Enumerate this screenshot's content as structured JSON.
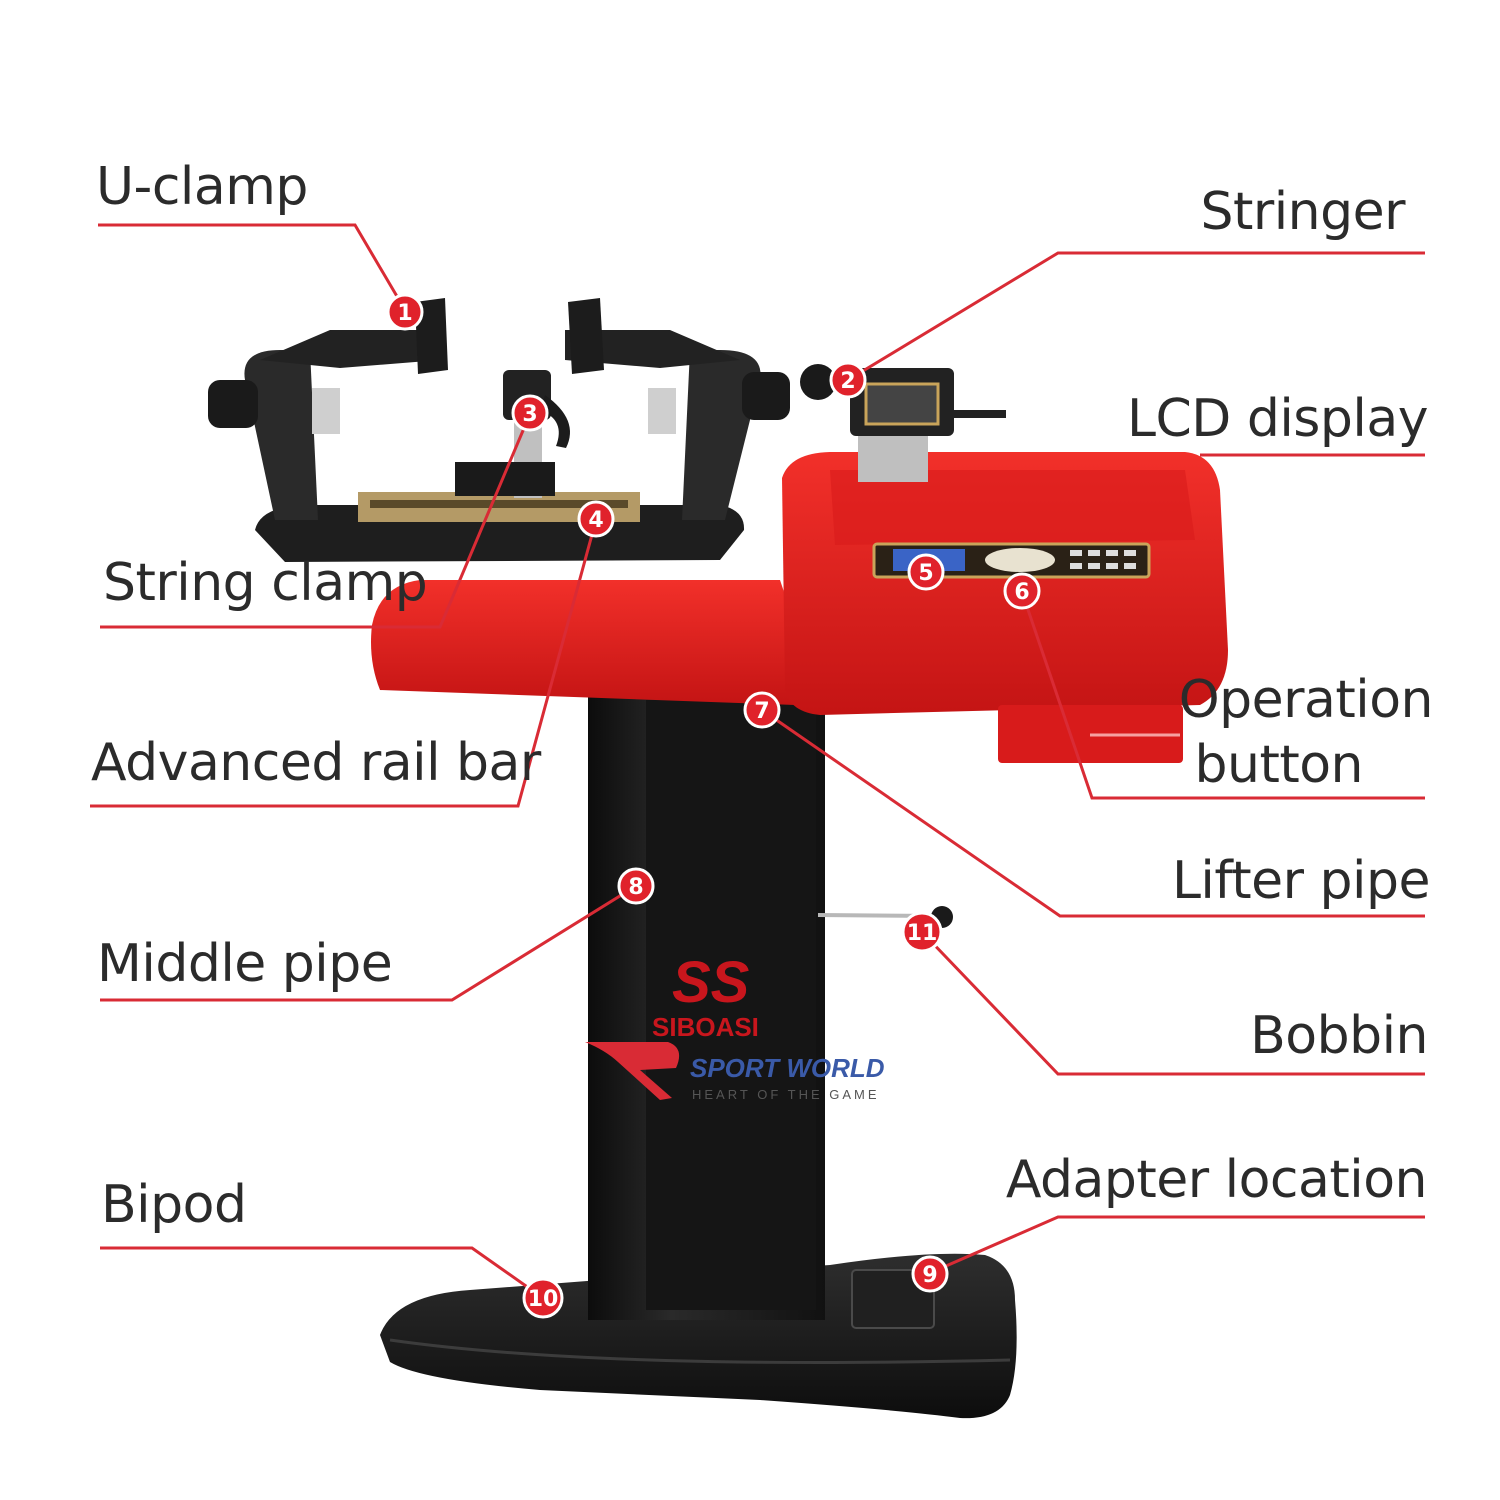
{
  "colors": {
    "accent": "#d92b35",
    "machine_red": "#e5201e",
    "machine_black": "#1b1b1b",
    "text": "#2b2b2b"
  },
  "parts": [
    {
      "number": "1",
      "label": "U-clamp"
    },
    {
      "number": "2",
      "label": "Stringer"
    },
    {
      "number": "3",
      "label": "String clamp"
    },
    {
      "number": "4",
      "label": "Advanced rail bar"
    },
    {
      "number": "5",
      "label": "LCD display"
    },
    {
      "number": "6",
      "label_line1": "Operation",
      "label_line2": "button"
    },
    {
      "number": "7",
      "label": "Lifter pipe"
    },
    {
      "number": "8",
      "label": "Middle pipe"
    },
    {
      "number": "9",
      "label": "Adapter location"
    },
    {
      "number": "10",
      "label": "Bipod"
    },
    {
      "number": "11",
      "label": "Bobbin"
    }
  ],
  "machine_brand": {
    "logo": "SS",
    "name": "SIBOASI"
  },
  "watermark": {
    "name": "SPORT WORLD",
    "tagline": "HEART OF THE GAME"
  }
}
